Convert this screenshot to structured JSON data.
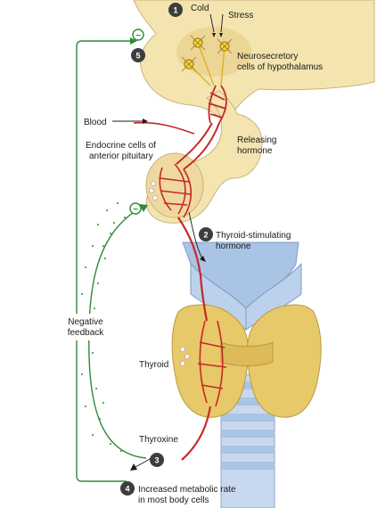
{
  "steps": {
    "s1": "1",
    "s2": "2",
    "s3": "3",
    "s4": "4",
    "s5": "5"
  },
  "signs": {
    "minus_top": "−",
    "minus_mid": "−"
  },
  "labels": {
    "cold": "Cold",
    "stress": "Stress",
    "neuro_line1": "Neurosecretory",
    "neuro_line2": "cells of hypothalamus",
    "blood": "Blood",
    "releasing_line1": "Releasing",
    "releasing_line2": "hormone",
    "endocrine_line1": "Endocrine cells of",
    "endocrine_line2": "anterior pituitary",
    "tsh_line1": "Thyroid-stimulating",
    "tsh_line2": "hormone",
    "negfb_line1": "Negative",
    "negfb_line2": "feedback",
    "thyroid": "Thyroid",
    "thyroxine": "Thyroxine",
    "metabolic_line1": "Increased metabolic rate",
    "metabolic_line2": "in most body cells"
  },
  "colors": {
    "feedback_green": "#2e8b3a",
    "step_circle": "#3d3d3d",
    "vessel_red": "#c62828",
    "tissue": "#f3e4b0",
    "thyroid_gland": "#e8c96a",
    "cartilage": "#a9c4e4",
    "neuron": "#f0d23a"
  }
}
